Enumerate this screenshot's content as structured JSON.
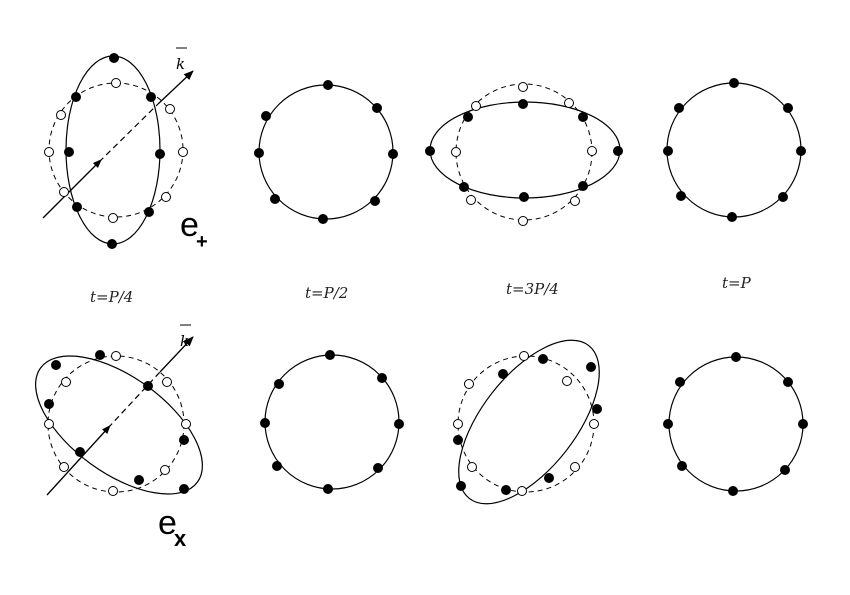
{
  "time_labels": [
    "t=P/4",
    "t=P/2",
    "t=3P/4",
    "t=P"
  ],
  "polarizations": {
    "plus": {
      "main": "e",
      "sub": "+"
    },
    "cross": {
      "main": "e",
      "sub": "x"
    }
  },
  "wave_vector_label": "k"
}
